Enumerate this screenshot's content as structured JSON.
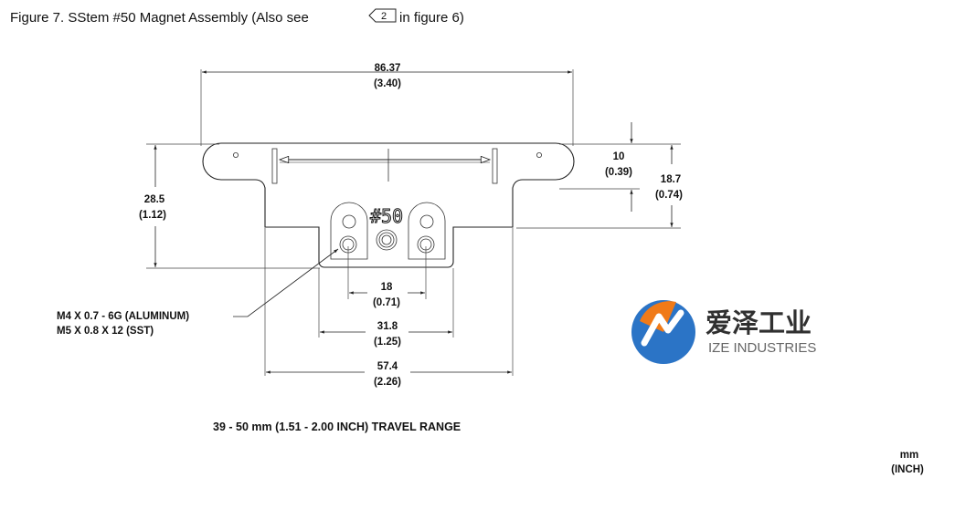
{
  "figure": {
    "caption_prefix": "Figure 7. SStem #50 Magnet Assembly (Also see",
    "callout_number": "2",
    "caption_suffix": "in figure 6)"
  },
  "part": {
    "label": "#50"
  },
  "dimensions": {
    "overall_length": {
      "mm": "86.37",
      "inch": "(3.40)"
    },
    "tab_height": {
      "mm": "10",
      "inch": "(0.39)"
    },
    "top_height": {
      "mm": "18.7",
      "inch": "(0.74)"
    },
    "total_height": {
      "mm": "28.5",
      "inch": "(1.12)"
    },
    "hole_spacing": {
      "mm": "18",
      "inch": "(0.71)"
    },
    "pad_width": {
      "mm": "31.8",
      "inch": "(1.25)"
    },
    "body_width": {
      "mm": "57.4",
      "inch": "(2.26)"
    }
  },
  "thread_note": {
    "line1": "M4 X 0.7 - 6G (ALUMINUM)",
    "line2": "M5 X 0.8 X 12 (SST)"
  },
  "travel_range": "39 - 50 mm (1.51 - 2.00 INCH) TRAVEL RANGE",
  "units": {
    "primary": "mm",
    "secondary": "(INCH)"
  },
  "watermark": {
    "brand_cn": "爱泽工业",
    "brand_en": "IZE INDUSTRIES",
    "color_primary": "#1565c0",
    "color_secondary": "#e65100"
  }
}
